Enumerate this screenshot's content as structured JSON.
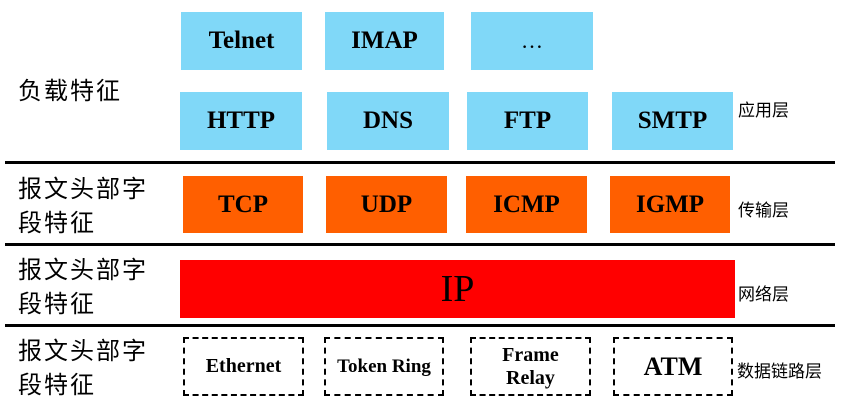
{
  "diagram": {
    "title": "Protocol layer features",
    "layers": [
      {
        "name": "应用层",
        "feature": "负载特征",
        "protocols": [
          "Telnet",
          "IMAP",
          "…",
          "HTTP",
          "DNS",
          "FTP",
          "SMTP"
        ],
        "color": "#80d8f8"
      },
      {
        "name": "传输层",
        "feature_line1": "报文头部字",
        "feature_line2": "段特征",
        "protocols": [
          "TCP",
          "UDP",
          "ICMP",
          "IGMP"
        ],
        "color": "#ff5f00"
      },
      {
        "name": "网络层",
        "feature_line1": "报文头部字",
        "feature_line2": "段特征",
        "protocols": [
          "IP"
        ],
        "color": "#ff0000"
      },
      {
        "name": "数据链路层",
        "feature_line1": "报文头部字",
        "feature_line2": "段特征",
        "protocols": [
          "Ethernet",
          "Token Ring",
          "Frame",
          "Relay",
          "ATM"
        ],
        "border_style": "dashed"
      }
    ]
  }
}
